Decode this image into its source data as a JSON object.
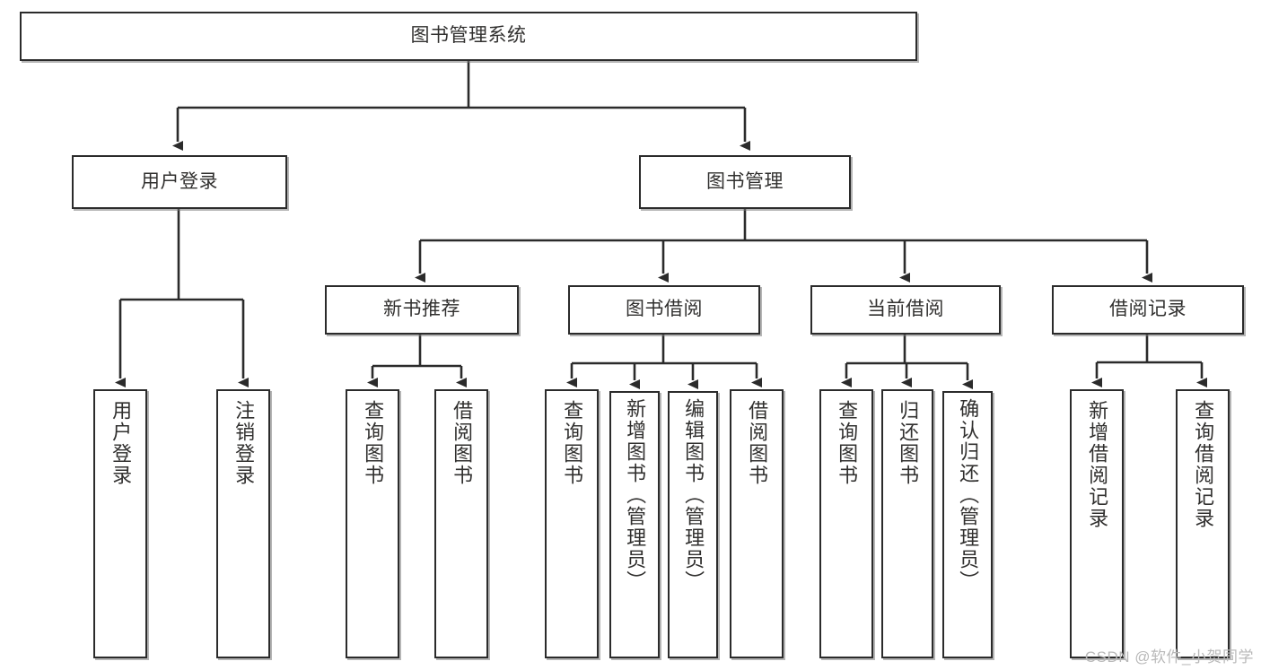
{
  "diagram": {
    "type": "hierarchy-tree",
    "title": "图书管理系统",
    "root": {
      "id": "root",
      "label": "图书管理系统"
    },
    "level2": [
      {
        "id": "user-login",
        "label": "用户登录"
      },
      {
        "id": "book-manage",
        "label": "图书管理"
      }
    ],
    "level3": [
      {
        "id": "new-book-recommend",
        "label": "新书推荐",
        "parent": "book-manage"
      },
      {
        "id": "book-borrow",
        "label": "图书借阅",
        "parent": "book-manage"
      },
      {
        "id": "current-borrow",
        "label": "当前借阅",
        "parent": "book-manage"
      },
      {
        "id": "borrow-record",
        "label": "借阅记录",
        "parent": "book-manage"
      }
    ],
    "leaves": [
      {
        "id": "leaf-user-login",
        "label": "用户登录",
        "parent": "user-login"
      },
      {
        "id": "leaf-user-logout",
        "label": "注销登录",
        "parent": "user-login"
      },
      {
        "id": "leaf-query-book-1",
        "label": "查询图书",
        "parent": "new-book-recommend"
      },
      {
        "id": "leaf-borrow-book-1",
        "label": "借阅图书",
        "parent": "new-book-recommend"
      },
      {
        "id": "leaf-query-book-2",
        "label": "查询图书",
        "parent": "book-borrow"
      },
      {
        "id": "leaf-add-book",
        "label": "新增图书（管理员）",
        "parent": "book-borrow"
      },
      {
        "id": "leaf-edit-book",
        "label": "编辑图书（管理员）",
        "parent": "book-borrow"
      },
      {
        "id": "leaf-borrow-book-2",
        "label": "借阅图书",
        "parent": "book-borrow"
      },
      {
        "id": "leaf-query-book-3",
        "label": "查询图书",
        "parent": "current-borrow"
      },
      {
        "id": "leaf-return-book",
        "label": "归还图书",
        "parent": "current-borrow"
      },
      {
        "id": "leaf-confirm-return",
        "label": "确认归还（管理员）",
        "parent": "current-borrow"
      },
      {
        "id": "leaf-add-record",
        "label": "新增借阅记录",
        "parent": "borrow-record"
      },
      {
        "id": "leaf-query-record",
        "label": "查询借阅记录",
        "parent": "borrow-record"
      }
    ]
  },
  "watermark": {
    "text": "CSDN @软件_小贺同学"
  },
  "colors": {
    "box_border": "#2b2b2b",
    "box_fill": "#ffffff",
    "text": "#31302f",
    "connector": "#2b2b2b",
    "watermark": "#b9b9b9",
    "background": "#ffffff"
  }
}
